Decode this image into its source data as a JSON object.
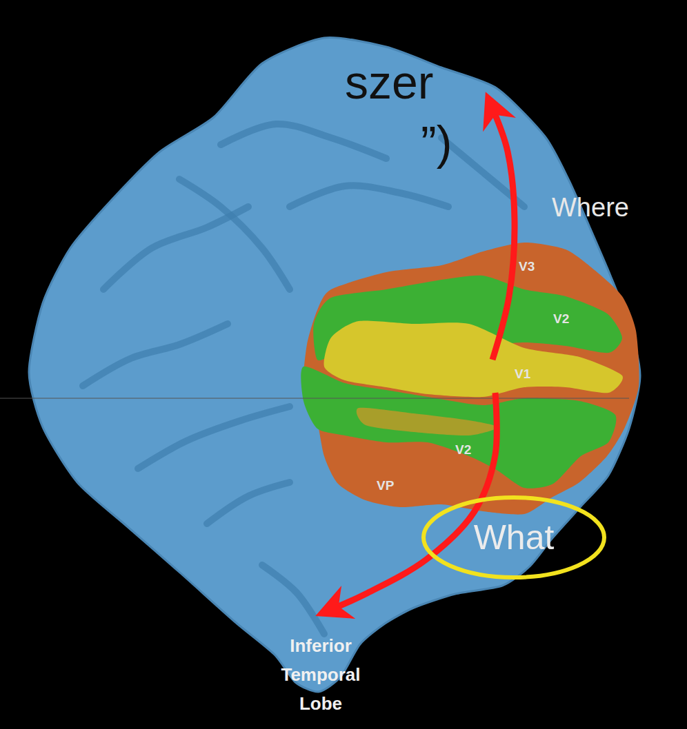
{
  "diagram": {
    "nodes": [
      {
        "text": [
          "What"
        ]
      }
    ],
    "labels": [
      "szer",
      "”)",
      "Where",
      "V3",
      "V2",
      "V1",
      "V2",
      "VP",
      "Inferior Temporal Lobe"
    ]
  }
}
